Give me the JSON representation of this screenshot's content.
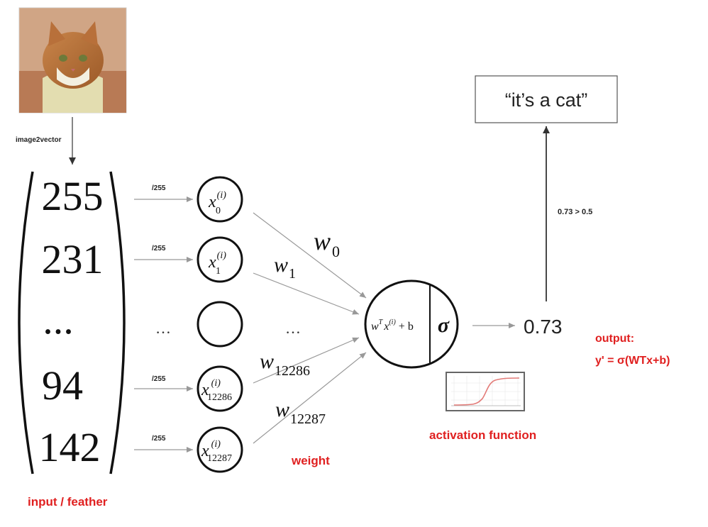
{
  "image_label": "image2vector",
  "vector_values": [
    "255",
    "231",
    "...",
    "94",
    "142"
  ],
  "normalize_label": "/255",
  "ellipsis": "…",
  "inputs": [
    {
      "base": "x",
      "sup": "(i)",
      "sub": "0"
    },
    {
      "base": "x",
      "sup": "(i)",
      "sub": "1"
    },
    {
      "base": "",
      "sup": "",
      "sub": ""
    },
    {
      "base": "x",
      "sup": "(i)",
      "sub": "12286"
    },
    {
      "base": "x",
      "sup": "(i)",
      "sub": "12287"
    }
  ],
  "weights": [
    {
      "base": "w",
      "sub": "0"
    },
    {
      "base": "w",
      "sub": "1"
    },
    {
      "base": "w",
      "sub": "12286"
    },
    {
      "base": "w",
      "sub": "12287"
    }
  ],
  "neuron": {
    "linear": {
      "w": "w",
      "T": "T",
      "x": "x",
      "sup": "(i)",
      "rest": " + b"
    },
    "activation": "σ"
  },
  "output_value": "0.73",
  "threshold_label": "0.73 > 0.5",
  "result_text": "“it’s a cat”",
  "labels": {
    "input": "input / feather",
    "weight": "weight",
    "activation": "activation function",
    "output_title": "output:",
    "output_formula": "y' = σ(WTx+b)"
  },
  "colors": {
    "accent_red": "#e02020",
    "arrow_gray": "#999999",
    "sigmoid_curve": "#e37b78"
  }
}
